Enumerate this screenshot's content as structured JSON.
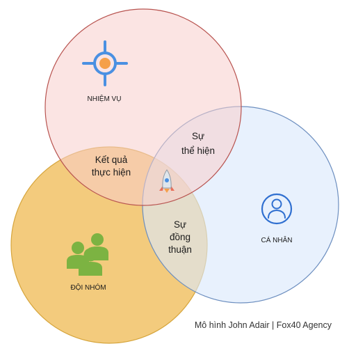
{
  "diagram": {
    "circles": {
      "task": {
        "label": "NHIỆM VỤ",
        "fill": "#f8cecc",
        "stroke": "#b85450",
        "icon": "target-icon"
      },
      "team": {
        "label": "ĐỘI NHÓM",
        "fill": "#f0bd59",
        "stroke": "#d6a53c",
        "icon": "group-people-icon"
      },
      "individual": {
        "label": "CÁ NHÂN",
        "fill": "#dae8fc",
        "stroke": "#6c8ebf",
        "icon": "person-icon"
      }
    },
    "overlaps": {
      "task_team": {
        "line1": "Kết quả",
        "line2": "thực hiện"
      },
      "task_individual": {
        "line1": "Sự",
        "line2": "thể hiện"
      },
      "team_individual": {
        "line1": "Sự",
        "line2": "đồng",
        "line3": "thuận"
      },
      "center_icon": "rocket-icon"
    },
    "caption": "Mô hình John Adair | Fox40 Agency"
  }
}
